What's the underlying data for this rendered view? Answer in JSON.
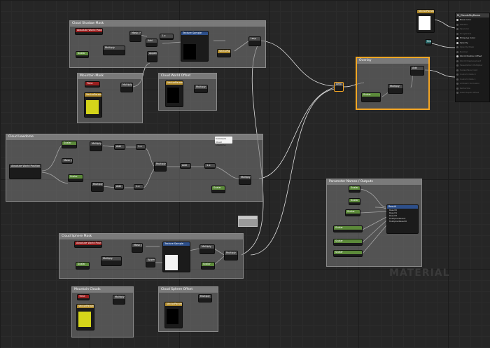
{
  "comments": [
    {
      "id": "c1",
      "title": "Cloud Shadow Mask"
    },
    {
      "id": "c2",
      "title": "Mountain Mask"
    },
    {
      "id": "c3",
      "title": "Cloud World Offset"
    },
    {
      "id": "c4",
      "title": "Cloud Lowdome"
    },
    {
      "id": "c5",
      "title": "Cloud Sphere Mask"
    },
    {
      "id": "c6",
      "title": "Mountain Clouds"
    },
    {
      "id": "c7",
      "title": "Cloud Sphere Offset"
    },
    {
      "id": "c8",
      "title": "Overlay"
    },
    {
      "id": "c9",
      "title": "Parameter Names / Outputs"
    }
  ],
  "nodes": {
    "awp1": "Absolute World Position",
    "awp2": "Absolute World Position",
    "texsample1": "Texture Sample",
    "texsample2": "Texture Sample",
    "lerp": "Lerp",
    "multiply": "Multiply",
    "add": "Add",
    "vector_param": "VectorParam",
    "scalar": "Scalar",
    "one_minus": "1-x",
    "mask": "Mask (R)",
    "append": "Append",
    "time": "Time"
  },
  "tooltip": {
    "line1": "Comment",
    "line2": "Cloud Lowdome"
  },
  "watermark": "MATERIAL",
  "attributes": {
    "title": "M_CloudsSkyDome",
    "rows": [
      "Base Color",
      "Metallic",
      "Specular",
      "Roughness",
      "Emissive Color",
      "Opacity",
      "Opacity Mask",
      "Normal",
      "World Position Offset",
      "World Displacement",
      "Tessellation Multiplier",
      "Subsurface Color",
      "Custom Data 0",
      "Custom Data 1",
      "Ambient Occlusion",
      "Refraction",
      "Pixel Depth Offset"
    ]
  },
  "outputs": [
    "Result",
    "Result0",
    "Result1",
    "Result2",
    "MultiplierResult",
    "MultiplierResult0",
    "MultiplierResult1",
    "CombinedResult"
  ],
  "colors": {
    "accent": "#f5a623",
    "graph_bg": "#262626",
    "node_bg": "#1b1b1b",
    "wire": "#e6e6e6"
  }
}
